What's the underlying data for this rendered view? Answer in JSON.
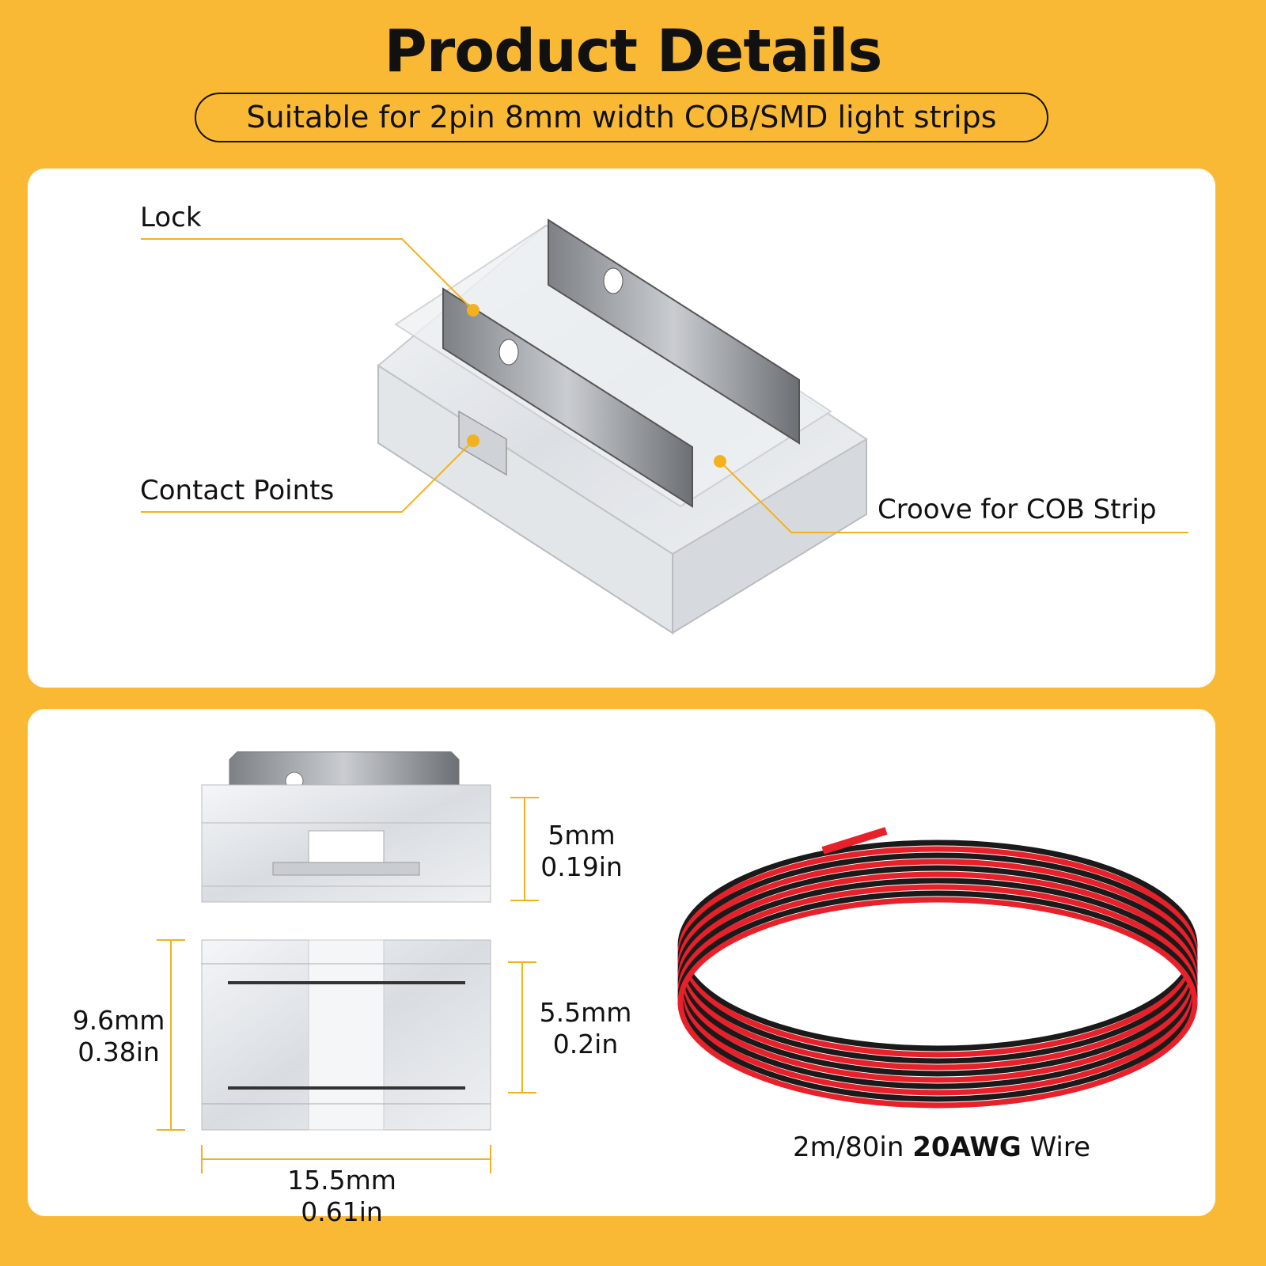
{
  "header": {
    "title": "Product Details",
    "subtitle": "Suitable for 2pin 8mm width COB/SMD light strips"
  },
  "callouts": {
    "lock": "Lock",
    "contact_points": "Contact Points",
    "groove": "Croove for COB Strip"
  },
  "dimensions": {
    "height_mm": "5mm",
    "height_in": "0.19in",
    "length_mm": "9.6mm",
    "length_in": "0.38in",
    "inner_mm": "5.5mm",
    "inner_in": "0.2in",
    "width_mm": "15.5mm",
    "width_in": "0.61in"
  },
  "wire": {
    "prefix": "2m/80in ",
    "gauge": "20AWG",
    "suffix": " Wire"
  },
  "colors": {
    "background": "#F9B934",
    "accent": "#F4B11E",
    "wire_red": "#E8202A",
    "wire_black": "#1A1A1A"
  }
}
